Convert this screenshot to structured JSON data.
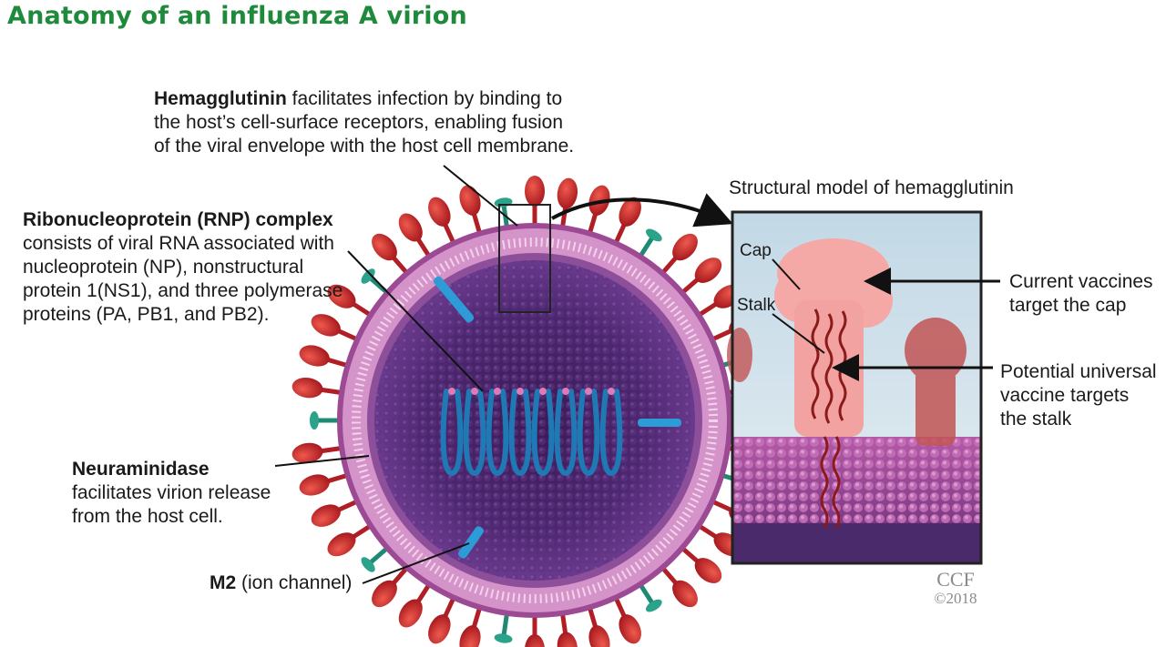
{
  "title": "Anatomy of an influenza A virion",
  "hemagglutinin": {
    "name": "Hemagglutinin",
    "line1": " facilitates infection by binding to",
    "line2": "the host’s cell-surface receptors, enabling fusion",
    "line3": "of the viral envelope with the host cell membrane."
  },
  "rnp": {
    "name": "Ribonucleoprotein (RNP) complex",
    "line1": "consists of viral RNA associated with",
    "line2": "nucleoprotein (NP), nonstructural",
    "line3": "protein 1(NS1), and three polymerase",
    "line4": "proteins (PA, PB1, and PB2)."
  },
  "neuraminidase": {
    "name": "Neuraminidase",
    "line1": "facilitates virion release",
    "line2": "from the host cell."
  },
  "m2": {
    "name": "M2",
    "desc": " (ion channel)"
  },
  "panel": {
    "title": "Structural model of hemagglutinin",
    "cap": "Cap",
    "stalk": "Stalk",
    "current_line1": "Current vaccines",
    "current_line2": "target the cap",
    "universal_line1": "Potential universal",
    "universal_line2": "vaccine targets",
    "universal_line3": "the stalk"
  },
  "credit": {
    "org": "CCF",
    "year": "©2018"
  },
  "colors": {
    "title": "#1f8a3c",
    "spike_red": "#c8262b",
    "neuraminidase_teal": "#1f8a74",
    "membrane_pink": "#c07bb4",
    "core_purple": "#4a2468",
    "rna_blue": "#1f6fa8",
    "panel_sky": "#cfe0ea",
    "hemagglutinin_pink": "#f2a0a0"
  }
}
